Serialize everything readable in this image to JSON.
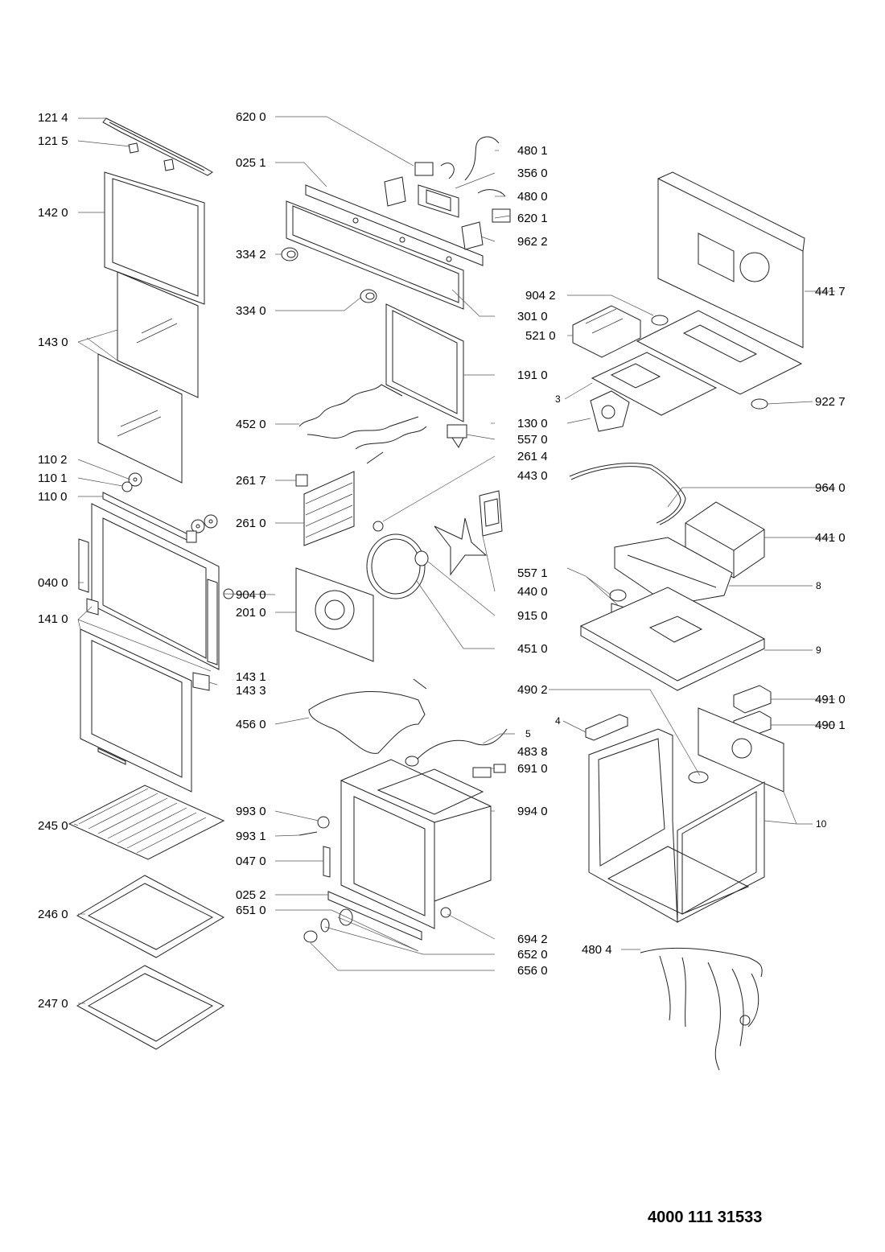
{
  "diagram": {
    "document_number": "4000 111 31533",
    "labels": [
      {
        "id": "l1214",
        "text": "121 4"
      },
      {
        "id": "l1215",
        "text": "121 5"
      },
      {
        "id": "l1420",
        "text": "142 0"
      },
      {
        "id": "l1430",
        "text": "143 0"
      },
      {
        "id": "l1102",
        "text": "110 2"
      },
      {
        "id": "l1101",
        "text": "110 1"
      },
      {
        "id": "l1100",
        "text": "110 0"
      },
      {
        "id": "l0400",
        "text": "040 0"
      },
      {
        "id": "l1410",
        "text": "141 0"
      },
      {
        "id": "l2450",
        "text": "245 0"
      },
      {
        "id": "l2460",
        "text": "246 0"
      },
      {
        "id": "l2470",
        "text": "247 0"
      },
      {
        "id": "l6200",
        "text": "620 0"
      },
      {
        "id": "l0251",
        "text": "025 1"
      },
      {
        "id": "l3342",
        "text": "334 2"
      },
      {
        "id": "l3340",
        "text": "334 0"
      },
      {
        "id": "l4520",
        "text": "452 0"
      },
      {
        "id": "l2617",
        "text": "261 7"
      },
      {
        "id": "l2610",
        "text": "261 0"
      },
      {
        "id": "l9040",
        "text": "904 0"
      },
      {
        "id": "l2010",
        "text": "201 0"
      },
      {
        "id": "l1431",
        "text": "143 1"
      },
      {
        "id": "l1433",
        "text": "143 3"
      },
      {
        "id": "l4560",
        "text": "456 0"
      },
      {
        "id": "l9930",
        "text": "993 0"
      },
      {
        "id": "l9931",
        "text": "993 1"
      },
      {
        "id": "l0470",
        "text": "047 0"
      },
      {
        "id": "l0252",
        "text": "025 2"
      },
      {
        "id": "l6510",
        "text": "651 0"
      },
      {
        "id": "l4801",
        "text": "480 1"
      },
      {
        "id": "l3560",
        "text": "356 0"
      },
      {
        "id": "l4800",
        "text": "480 0"
      },
      {
        "id": "l6201",
        "text": "620 1"
      },
      {
        "id": "l9622",
        "text": "962 2"
      },
      {
        "id": "l3010",
        "text": "301 0"
      },
      {
        "id": "l1910",
        "text": "191 0"
      },
      {
        "id": "l1300",
        "text": "130 0"
      },
      {
        "id": "l5570",
        "text": "557 0"
      },
      {
        "id": "l2614",
        "text": "261 4"
      },
      {
        "id": "l4430",
        "text": "443 0"
      },
      {
        "id": "l5571",
        "text": "557 1"
      },
      {
        "id": "l4400",
        "text": "440 0"
      },
      {
        "id": "l9150",
        "text": "915 0"
      },
      {
        "id": "l4510",
        "text": "451 0"
      },
      {
        "id": "l4902",
        "text": "490 2"
      },
      {
        "id": "l4",
        "text": "4"
      },
      {
        "id": "l5",
        "text": "5"
      },
      {
        "id": "l4838",
        "text": "483 8"
      },
      {
        "id": "l6910",
        "text": "691 0"
      },
      {
        "id": "l9940",
        "text": "994 0"
      },
      {
        "id": "l6942",
        "text": "694 2"
      },
      {
        "id": "l6520",
        "text": "652 0"
      },
      {
        "id": "l6560",
        "text": "656 0"
      },
      {
        "id": "l4804",
        "text": "480 4"
      },
      {
        "id": "l9042",
        "text": "904 2"
      },
      {
        "id": "l5210",
        "text": "521 0"
      },
      {
        "id": "l3",
        "text": "3"
      },
      {
        "id": "l4417",
        "text": "441 7"
      },
      {
        "id": "l9227",
        "text": "922 7"
      },
      {
        "id": "l9640",
        "text": "964 0"
      },
      {
        "id": "l4410",
        "text": "441 0"
      },
      {
        "id": "l8",
        "text": "8"
      },
      {
        "id": "l9",
        "text": "9"
      },
      {
        "id": "l4910",
        "text": "491 0"
      },
      {
        "id": "l4901",
        "text": "490 1"
      },
      {
        "id": "l10",
        "text": "10"
      }
    ]
  }
}
